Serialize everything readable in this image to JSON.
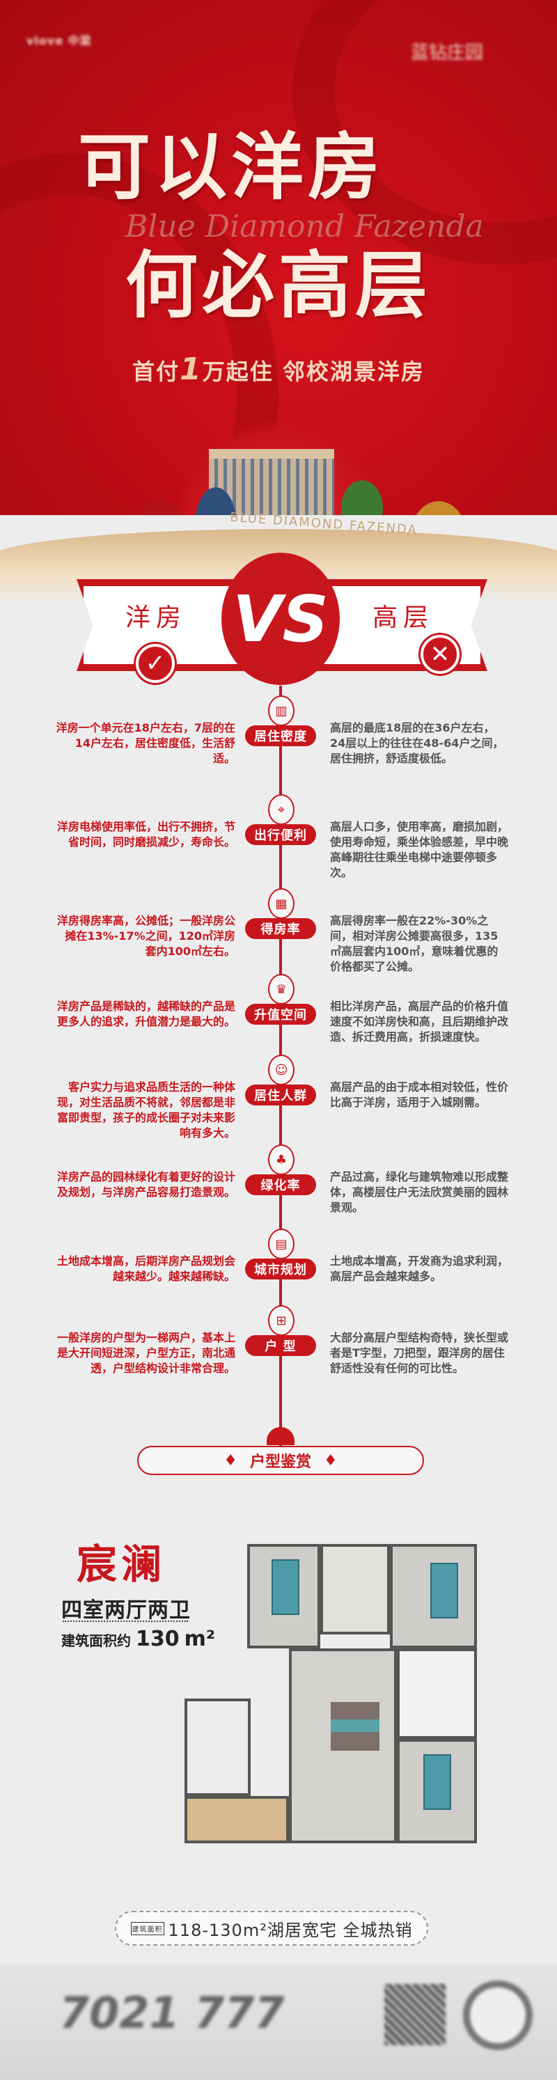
{
  "header": {
    "logo_left": "vlove 中梁",
    "logo_right": "蓝钻庄园",
    "title_line1": "可以洋房",
    "title_line2": "何必高层",
    "script_text": "Blue Diamond Fazenda",
    "subtitle_pre": "首付",
    "subtitle_num": "1",
    "subtitle_post": "万起住 邻校湖景洋房",
    "brand_en": "BLUE DIAMOND FAZENDA"
  },
  "vs": {
    "left_label": "洋房",
    "right_label": "高层",
    "center": "VS",
    "left_mark": "✓",
    "right_mark": "✕"
  },
  "comparison": [
    {
      "label": "居住密度",
      "icon": "building-icon",
      "left": "洋房一个单元在18户左右，7层的在14户左右，居住密度低，生活舒适。",
      "right": "高层的最底18层的在36户左右，24层以上的往往在48-64户之间，居住拥挤，舒适度极低。"
    },
    {
      "label": "出行便利",
      "icon": "location-pin-icon",
      "left": "洋房电梯使用率低，出行不拥挤，节省时间，同时磨损减少，寿命长。",
      "right": "高层人口多，使用率高，磨损加剧，使用寿命短，乘坐体验感差，早中晚高峰期往往乘坐电梯中途要停顿多次。"
    },
    {
      "label": "得房率",
      "icon": "city-icon",
      "left": "洋房得房率高，公摊低；一般洋房公摊在13%-17%之间，120㎡洋房套内100㎡左右。",
      "right": "高层得房率一般在22%-30%之间，相对洋房公摊要高很多，135㎡高层套内100㎡，意味着优惠的价格都买了公摊。"
    },
    {
      "label": "升值空间",
      "icon": "crown-icon",
      "left": "洋房产品是稀缺的，越稀缺的产品是更多人的追求，升值潜力是最大的。",
      "right": "相比洋房产品，高层产品的价格升值速度不如洋房快和高，且后期维护改造、拆迁费用高，折损速度快。"
    },
    {
      "label": "居住人群",
      "icon": "people-icon",
      "left": "客户实力与追求品质生活的一种体现，对生活品质不将就，邻居都是非富即贵型，孩子的成长圈子对未来影响有多大。",
      "right": "高层产品的由于成本相对较低，性价比高于洋房，适用于入城刚需。"
    },
    {
      "label": "绿化率",
      "icon": "tree-icon",
      "left": "洋房产品的园林绿化有着更好的设计及规划，与洋房产品容易打造景观。",
      "right": "产品过高，绿化与建筑物难以形成整体，高楼层住户无法欣赏美丽的园林景观。"
    },
    {
      "label": "城市规划",
      "icon": "city-plan-icon",
      "left": "土地成本增高，后期洋房产品规划会越来越少。越来越稀缺。",
      "right": "土地成本增高，开发商为追求利润，高层产品会越来越多。"
    },
    {
      "label": "户 型",
      "icon": "floorplan-icon",
      "left": "一般洋房的户型为一梯两户，基本上是大开间短进深，户型方正，南北通透，户型结构设计非常合理。",
      "right": "大部分高层户型结构奇特，狭长型或者是T字型，刀把型，跟洋房的居住舒适性没有任何的可比性。"
    }
  ],
  "floorplan_section": {
    "title": "户型鉴赏",
    "name": "宸澜",
    "type": "四室两厅两卫",
    "area_label": "建筑面积约",
    "area_value": "130",
    "area_unit": "m²"
  },
  "promo": {
    "tag": "建筑面积",
    "text": "118-130m²湖居宽宅 全城热销"
  },
  "footer": {
    "phone": "7021 777"
  },
  "colors": {
    "brand_red": "#c8161d",
    "gold": "#d9b88c",
    "background": "#ededed"
  }
}
